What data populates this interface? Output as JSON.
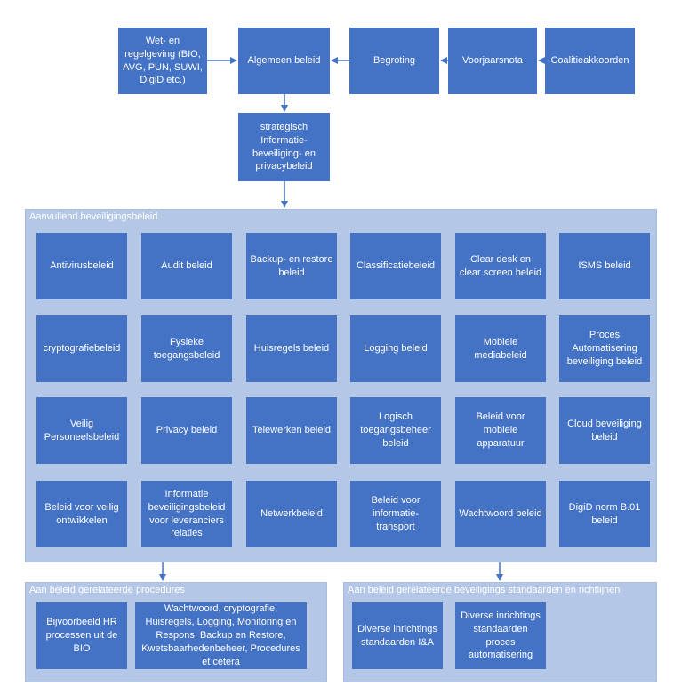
{
  "top_row": {
    "wetgeving": "Wet- en regelgeving (BIO, AVG, PUN, SUWI, DigiD etc.)",
    "algemeen_beleid": "Algemeen beleid",
    "begroting": "Begroting",
    "voorjaarsnota": "Voorjaarsnota",
    "coalitieakkoorden": "Coalitieakkoorden"
  },
  "strategisch": "strategisch Informatie-beveiliging- en privacybeleid",
  "aanvullend": {
    "title": "Aanvullend beveiligingsbeleid",
    "items": [
      "Antivirusbeleid",
      "Audit beleid",
      "Backup- en restore beleid",
      "Classificatiebeleid",
      "Clear desk en clear screen beleid",
      "ISMS beleid",
      "cryptografiebeleid",
      "Fysieke toegangsbeleid",
      "Huisregels beleid",
      "Logging beleid",
      "Mobiele mediabeleid",
      "Proces Automatisering beveiliging beleid",
      "Veilig Personeelsbeleid",
      "Privacy beleid",
      "Telewerken beleid",
      "Logisch toegangsbeheer beleid",
      "Beleid voor mobiele apparatuur",
      "Cloud beveiliging beleid",
      "Beleid voor veilig ontwikkelen",
      "Informatie beveiligingsbeleid voor leveranciers relaties",
      "Netwerkbeleid",
      "Beleid voor informatie-transport",
      "Wachtwoord beleid",
      "DigiD norm B.01 beleid"
    ]
  },
  "procedures": {
    "title": "Aan beleid  gerelateerde procedures",
    "items": [
      "Bijvoorbeeld HR processen uit de BIO",
      "Wachtwoord, cryptografie, Huisregels, Logging, Monitoring en Respons, Backup en Restore, Kwetsbaarhedenbeheer, Procedures et cetera"
    ]
  },
  "standaarden": {
    "title": "Aan beleid  gerelateerde  beveiligings  standaarden en richtlijnen",
    "items": [
      "Diverse inrichtings standaarden I&A",
      "Diverse inrichtings standaarden proces automatisering"
    ]
  },
  "colors": {
    "box": "#4472c4",
    "panel": "#b4c7e7",
    "arrow": "#4472c4"
  }
}
